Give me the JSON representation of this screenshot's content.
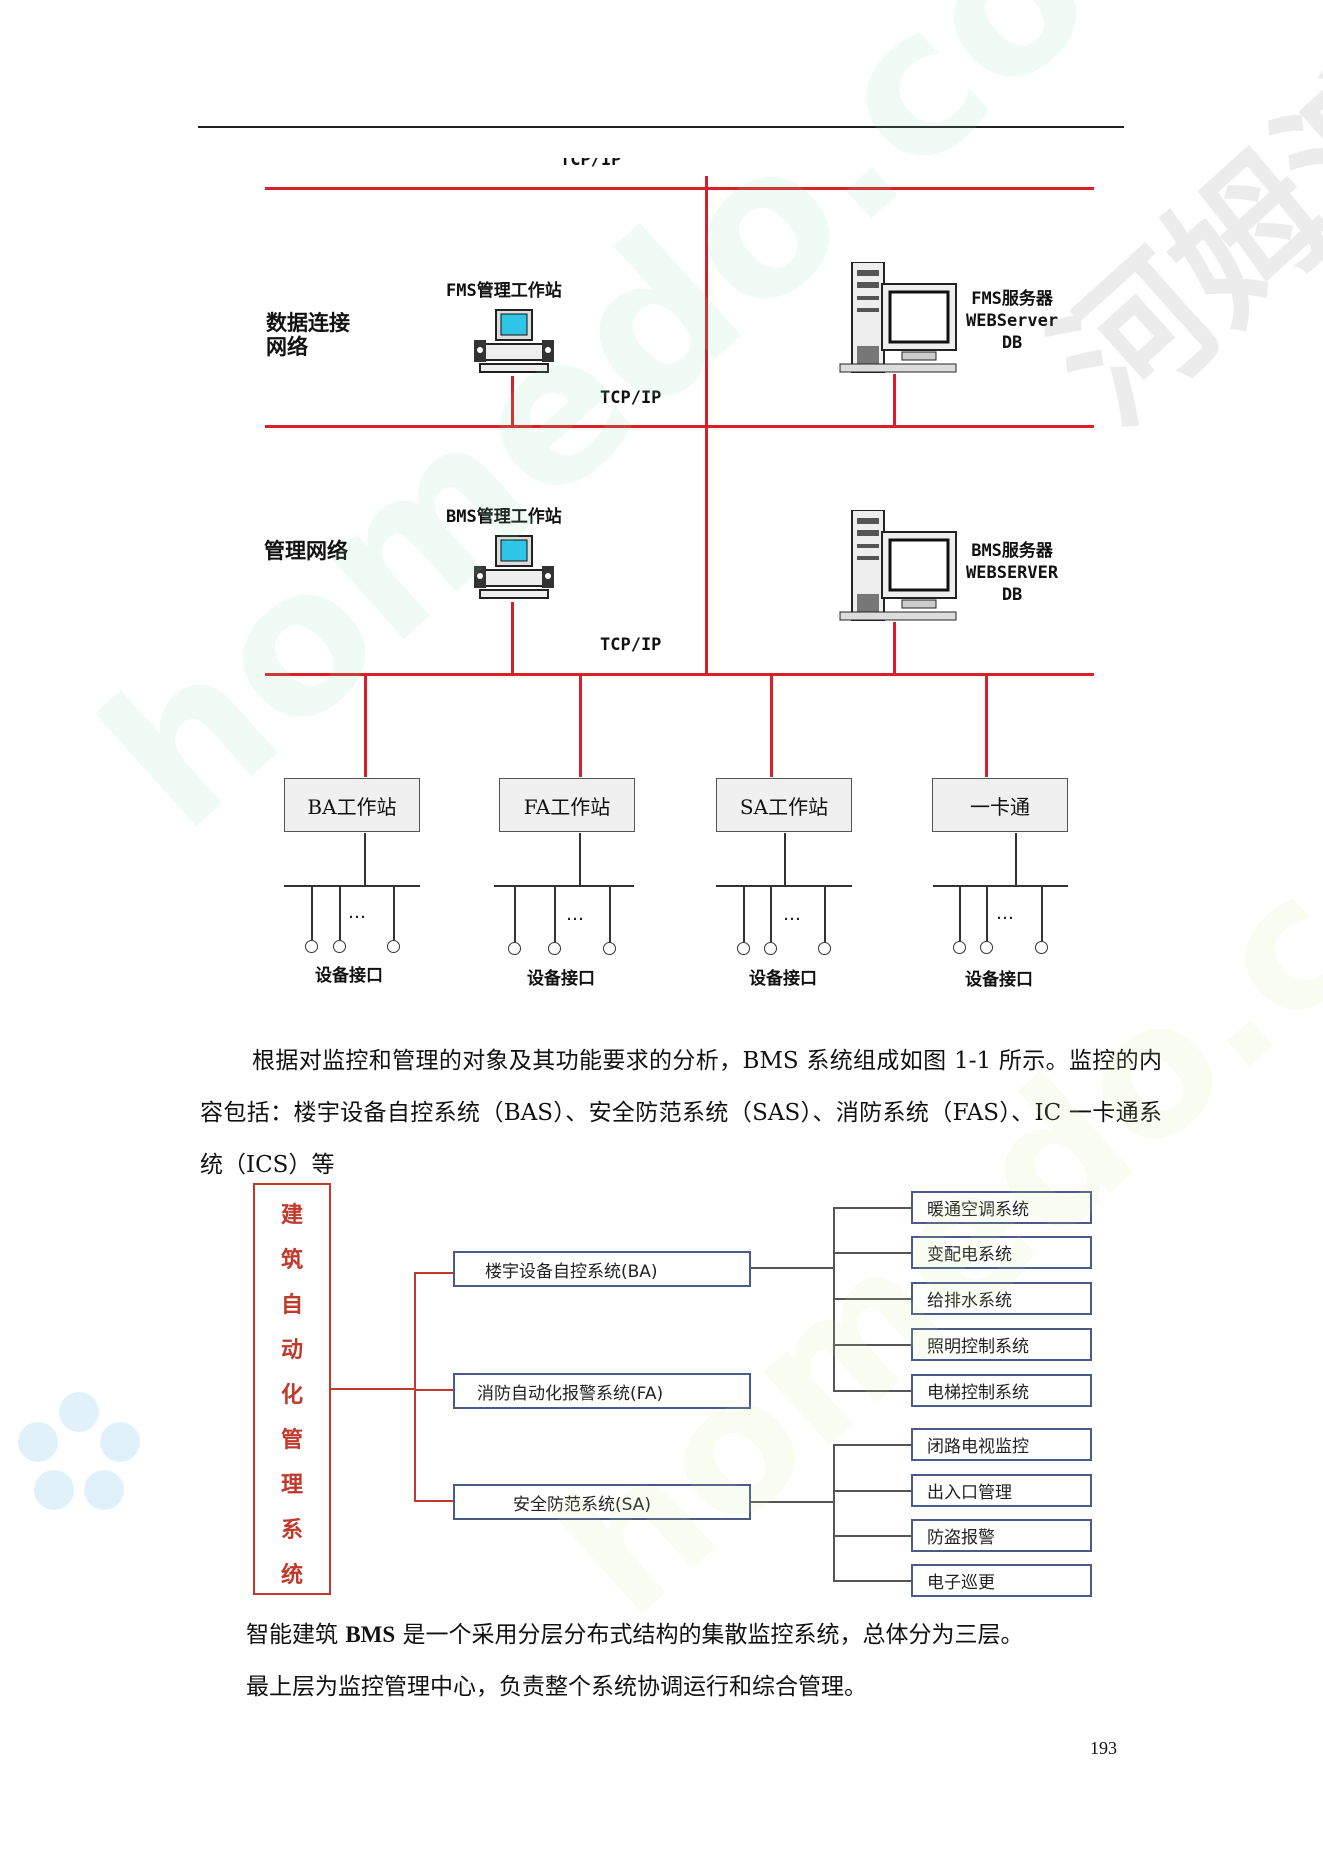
{
  "diagram1": {
    "top_label_partial": "TCP/IP",
    "network_data_label": "数据连接\n网络",
    "network_mgmt_label": "管理网络",
    "fms_workstation": "FMS管理工作站",
    "fms_server": "FMS服务器\nWEBServer\nDB",
    "tcpip_1": "TCP/IP",
    "bms_workstation": "BMS管理工作站",
    "bms_server": "BMS服务器\nWEBSERVER\nDB",
    "tcpip_2": "TCP/IP",
    "subsystems": [
      {
        "label": "BA工作站",
        "device": "设备接口",
        "dots": "…"
      },
      {
        "label": "FA工作站",
        "device": "设备接口",
        "dots": "…"
      },
      {
        "label": "SA工作站",
        "device": "设备接口",
        "dots": "…"
      },
      {
        "label": "一卡通",
        "device": "设备接口",
        "dots": "…"
      }
    ]
  },
  "paragraph1": "根据对监控和管理的对象及其功能要求的分析，BMS 系统组成如图 1-1 所示。监控的内容包括：楼宇设备自控系统（BAS）、安全防范系统（SAS）、消防系统（FAS）、IC 一卡通系统（ICS）等",
  "diagram2": {
    "root_chars": [
      "建",
      "筑",
      "自",
      "动",
      "化",
      "管",
      "理",
      "系",
      "统"
    ],
    "level1": [
      "楼宇设备自控系统(BA)",
      "消防自动化报警系统(FA)",
      "安全防范系统(SA)"
    ],
    "ba_children": [
      "暖通空调系统",
      "变配电系统",
      "给排水系统",
      "照明控制系统",
      "电梯控制系统"
    ],
    "sa_children": [
      "闭路电视监控",
      "出入口管理",
      "防盗报警",
      "电子巡更"
    ]
  },
  "paragraph2_prefix": "智能建筑 ",
  "paragraph2_bold": "BMS",
  "paragraph2_suffix": " 是一个采用分层分布式结构的集散监控系统，总体分为三层。",
  "paragraph3": "最上层为监控管理中心，负责整个系统协调运行和综合管理。",
  "page_number": "193",
  "watermarks": [
    "homedo.com",
    "河姆渡"
  ]
}
